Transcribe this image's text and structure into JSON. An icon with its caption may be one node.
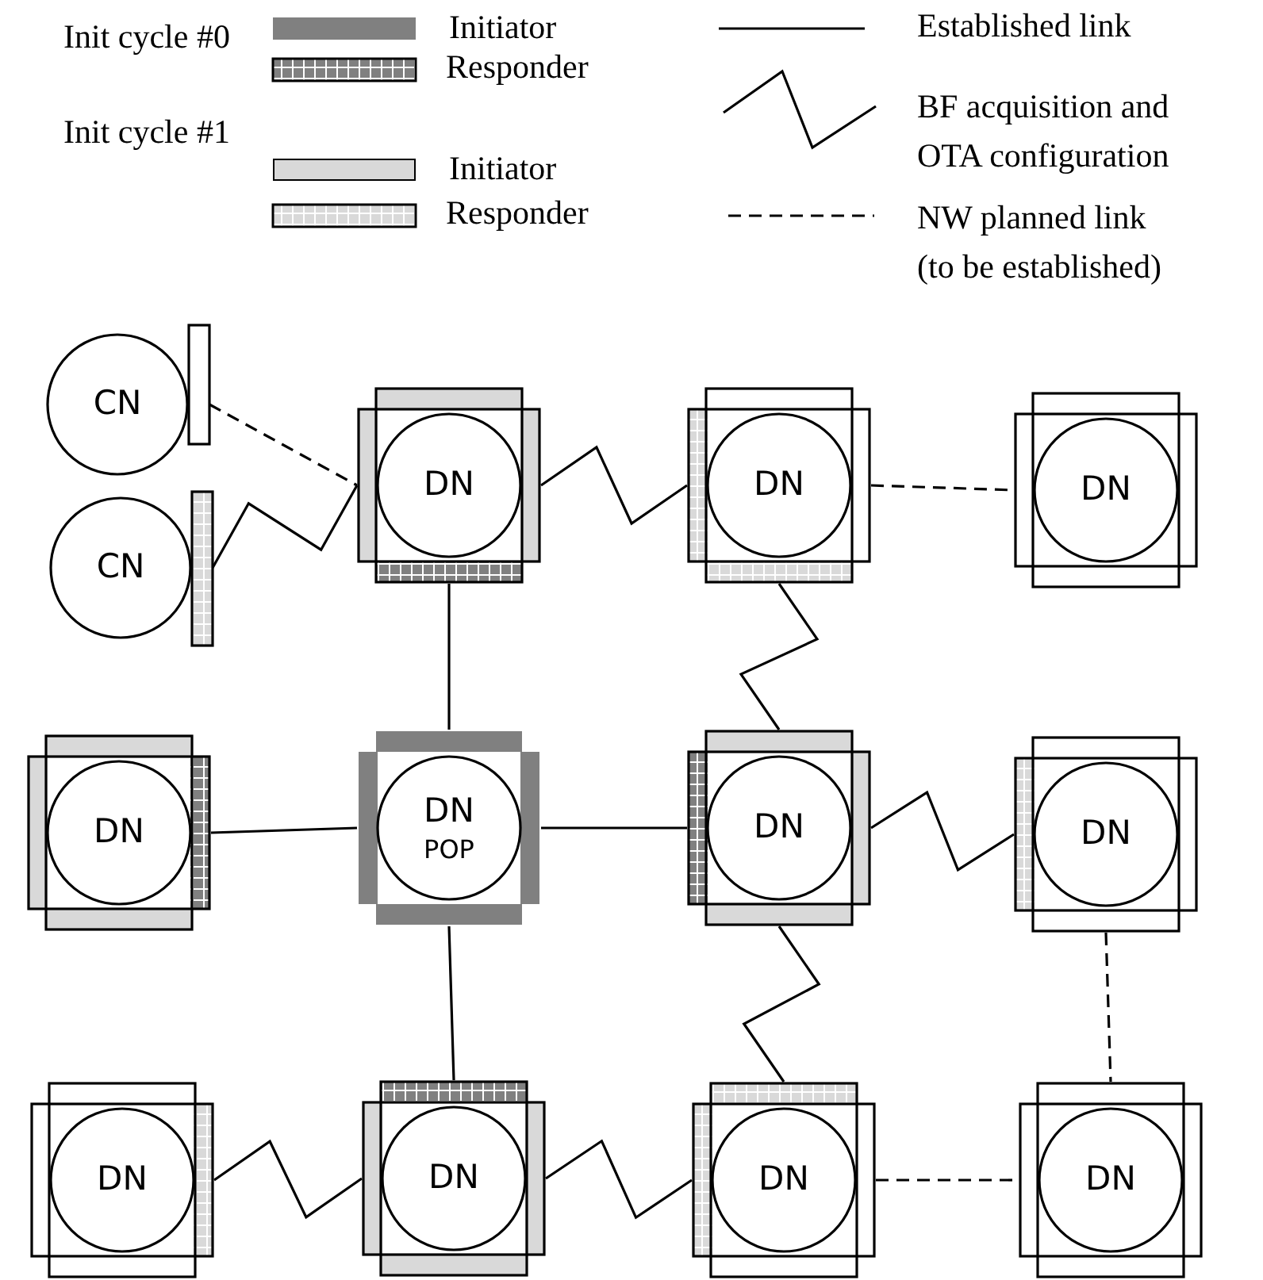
{
  "diagram": {
    "nodes": [
      {
        "text": [
          "CN"
        ]
      },
      {
        "text": [
          "DN"
        ]
      },
      {
        "text": [
          "DN"
        ]
      },
      {
        "text": [
          "DN"
        ]
      },
      {
        "text": [
          "CN"
        ]
      },
      {
        "text": [
          "DN"
        ]
      },
      {
        "text": [
          "DN",
          "POP"
        ]
      },
      {
        "text": [
          "DN"
        ]
      },
      {
        "text": [
          "DN"
        ]
      },
      {
        "text": [
          "DN"
        ]
      },
      {
        "text": [
          "DN"
        ]
      },
      {
        "text": [
          "DN"
        ]
      },
      {
        "text": [
          "DN"
        ]
      }
    ],
    "edges": [
      {
        "from": 0,
        "to": 1,
        "arrow": "none",
        "style": "dashed"
      },
      {
        "from": 4,
        "to": 1,
        "arrow": "none"
      },
      {
        "from": 1,
        "to": 2,
        "arrow": "none"
      },
      {
        "from": 2,
        "to": 3,
        "arrow": "none",
        "style": "dashed"
      },
      {
        "from": 1,
        "to": 6,
        "arrow": "none"
      },
      {
        "from": 2,
        "to": 7,
        "arrow": "none"
      },
      {
        "from": 5,
        "to": 6,
        "arrow": "none"
      },
      {
        "from": 6,
        "to": 7,
        "arrow": "none"
      },
      {
        "from": 7,
        "to": 8,
        "arrow": "none"
      },
      {
        "from": 8,
        "to": 12,
        "arrow": "none",
        "style": "dashed"
      },
      {
        "from": 6,
        "to": 10,
        "arrow": "none"
      },
      {
        "from": 7,
        "to": 11,
        "arrow": "none"
      },
      {
        "from": 9,
        "to": 10,
        "arrow": "none"
      },
      {
        "from": 10,
        "to": 11,
        "arrow": "none"
      },
      {
        "from": 11,
        "to": 12,
        "arrow": "none",
        "style": "dashed"
      }
    ],
    "labels": [
      "Init cycle #0",
      "Init cycle #1"
    ],
    "legend": [
      {
        "text": "Initiator",
        "color": "#808080"
      },
      {
        "text": "Responder"
      },
      {
        "text": "Initiator",
        "color": "#d9d9d9"
      },
      {
        "text": "Responder"
      },
      {
        "text": "Established link"
      },
      {
        "text": "BF acquisition and OTA configuration"
      },
      {
        "text": "NW planned link (to be established)"
      }
    ]
  }
}
